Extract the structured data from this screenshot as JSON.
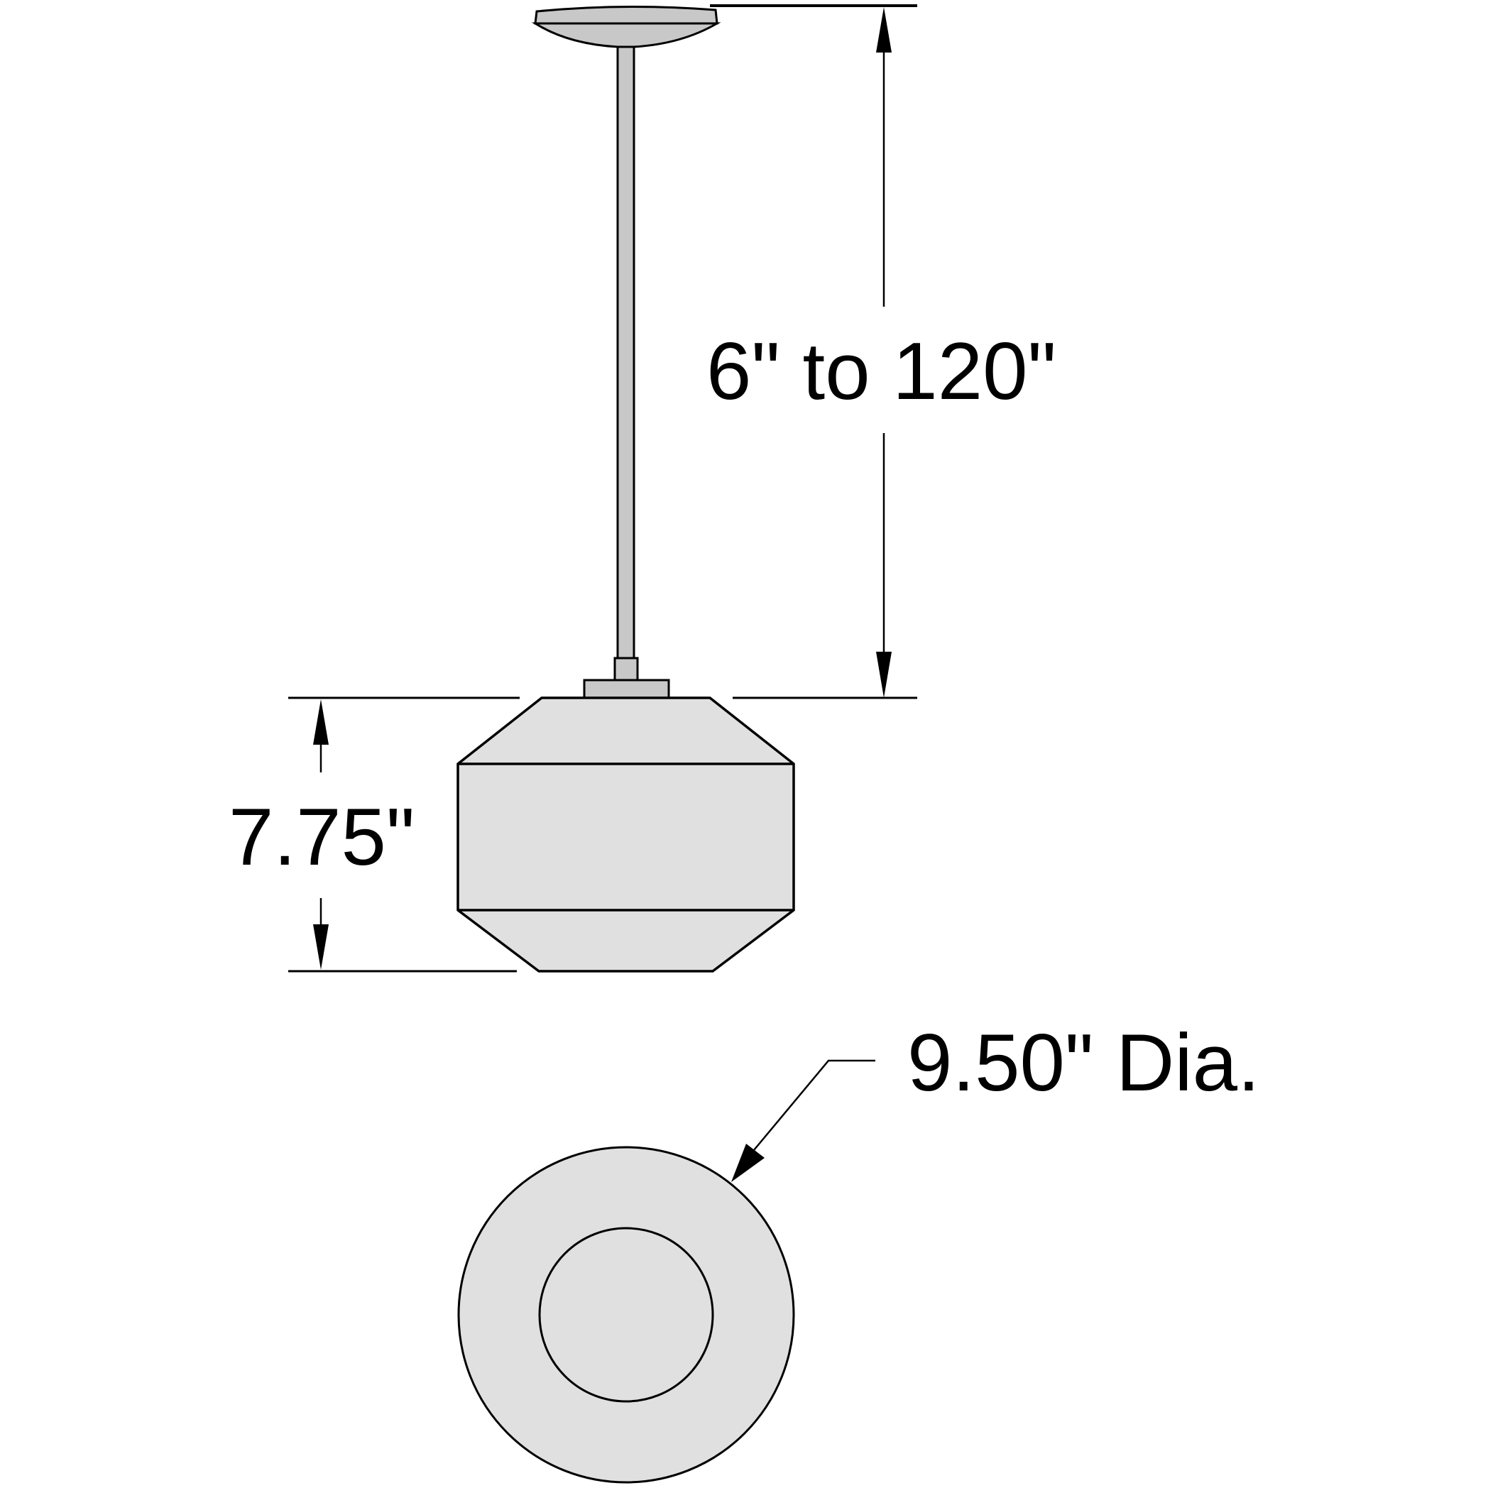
{
  "diagram": {
    "subject": "Pendant light dimension drawing",
    "dimensions": {
      "drop_length": {
        "label": "6\" to 120\""
      },
      "shade_height": {
        "label": "7.75\""
      },
      "shade_diameter": {
        "label": "9.50\" Dia."
      }
    },
    "views": [
      "side-elevation",
      "bottom-view"
    ],
    "colors": {
      "stroke": "#000000",
      "hardware_fill": "#c8c8c8",
      "shade_fill": "#e0e0e0",
      "background": "#ffffff"
    }
  }
}
